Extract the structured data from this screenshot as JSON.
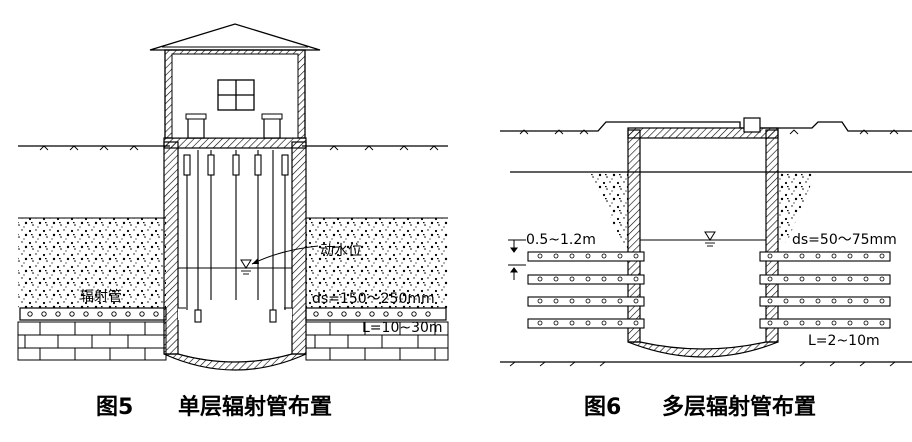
{
  "figure5": {
    "label_water_level": "动水位",
    "label_radial_pipe": "辐射管",
    "label_diameter": "ds=150～250mm",
    "label_length": "L=10~30m",
    "caption_number": "图5",
    "caption_title": "单层辐射管布置"
  },
  "figure6": {
    "label_spacing": "0.5~1.2m",
    "label_diameter": "ds=50～75mm",
    "label_length": "L=2~10m",
    "caption_number": "图6",
    "caption_title": "多层辐射管布置"
  }
}
